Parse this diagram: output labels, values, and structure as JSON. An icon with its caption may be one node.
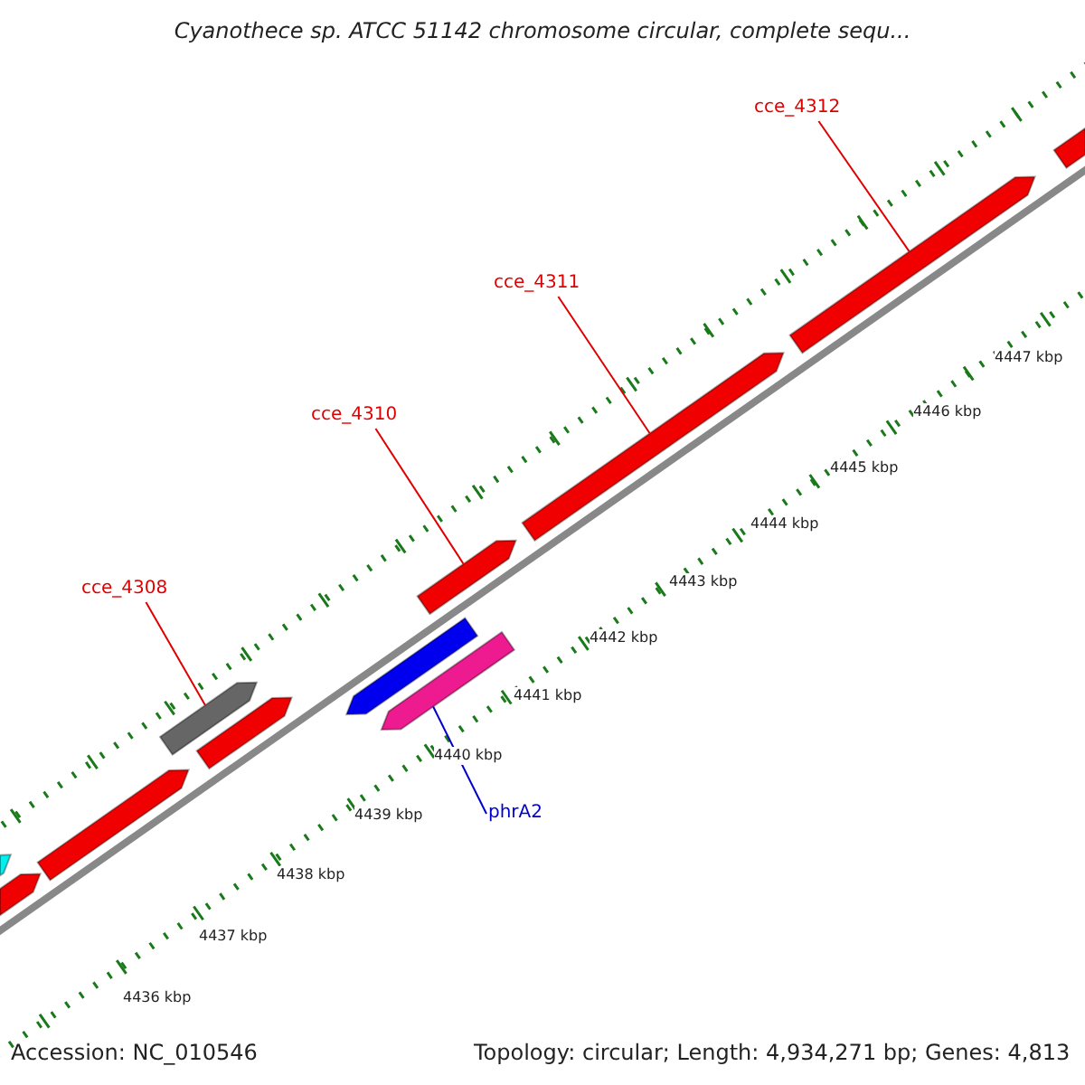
{
  "diagram": {
    "title": "Cyanothece sp. ATCC 51142 chromosome circular, complete sequ...",
    "nodes": [
      {
        "text": [
          "cce_4312"
        ]
      },
      {
        "text": [
          "cce_4311"
        ]
      },
      {
        "text": [
          "cce_4310"
        ]
      },
      {
        "text": [
          "cce_4308"
        ]
      },
      {
        "text": [
          "phrA2"
        ]
      },
      {
        "text": [],
        "shape": "arrow"
      },
      {
        "text": [],
        "shape": "arrow"
      },
      {
        "text": [],
        "shape": "arrow"
      },
      {
        "text": [],
        "shape": "arrow"
      },
      {
        "text": [],
        "shape": "arrow"
      },
      {
        "text": [],
        "shape": "arrow"
      },
      {
        "text": [],
        "shape": "arrow"
      },
      {
        "text": [],
        "shape": "arrow"
      },
      {
        "text": [],
        "shape": "arrow"
      },
      {
        "text": [],
        "shape": "arrow"
      },
      {
        "text": [],
        "shape": "arrow"
      }
    ],
    "edges": [
      {
        "from": 0,
        "to": 14,
        "arrow": "none"
      },
      {
        "from": 1,
        "to": 13,
        "arrow": "none"
      },
      {
        "from": 2,
        "to": 12,
        "arrow": "none"
      },
      {
        "from": 3,
        "to": 8,
        "arrow": "none"
      },
      {
        "from": 4,
        "to": 11,
        "arrow": "none",
        "color": "#0000cc"
      }
    ],
    "labels": [
      "4447 kbp",
      "4446 kbp",
      "4445 kbp",
      "4444 kbp",
      "4443 kbp",
      "4442 kbp",
      "4441 kbp",
      "4440 kbp",
      "4439 kbp",
      "4438 kbp",
      "4437 kbp",
      "4436 kbp",
      "Accession: NC_010546",
      "Topology: circular; Length: 4,934,271 bp; Genes: 4,813"
    ]
  }
}
